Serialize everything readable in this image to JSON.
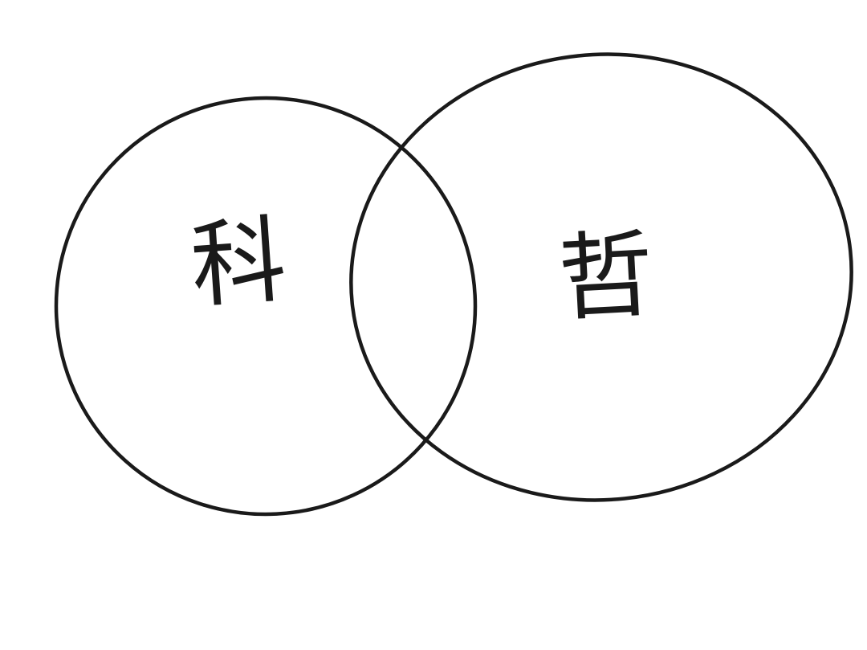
{
  "diagram": {
    "type": "venn",
    "sets": [
      {
        "id": "left",
        "label": "科"
      },
      {
        "id": "right",
        "label": "哲"
      }
    ],
    "colors": {
      "stroke": "#1a1a1a",
      "background": "#ffffff"
    }
  }
}
